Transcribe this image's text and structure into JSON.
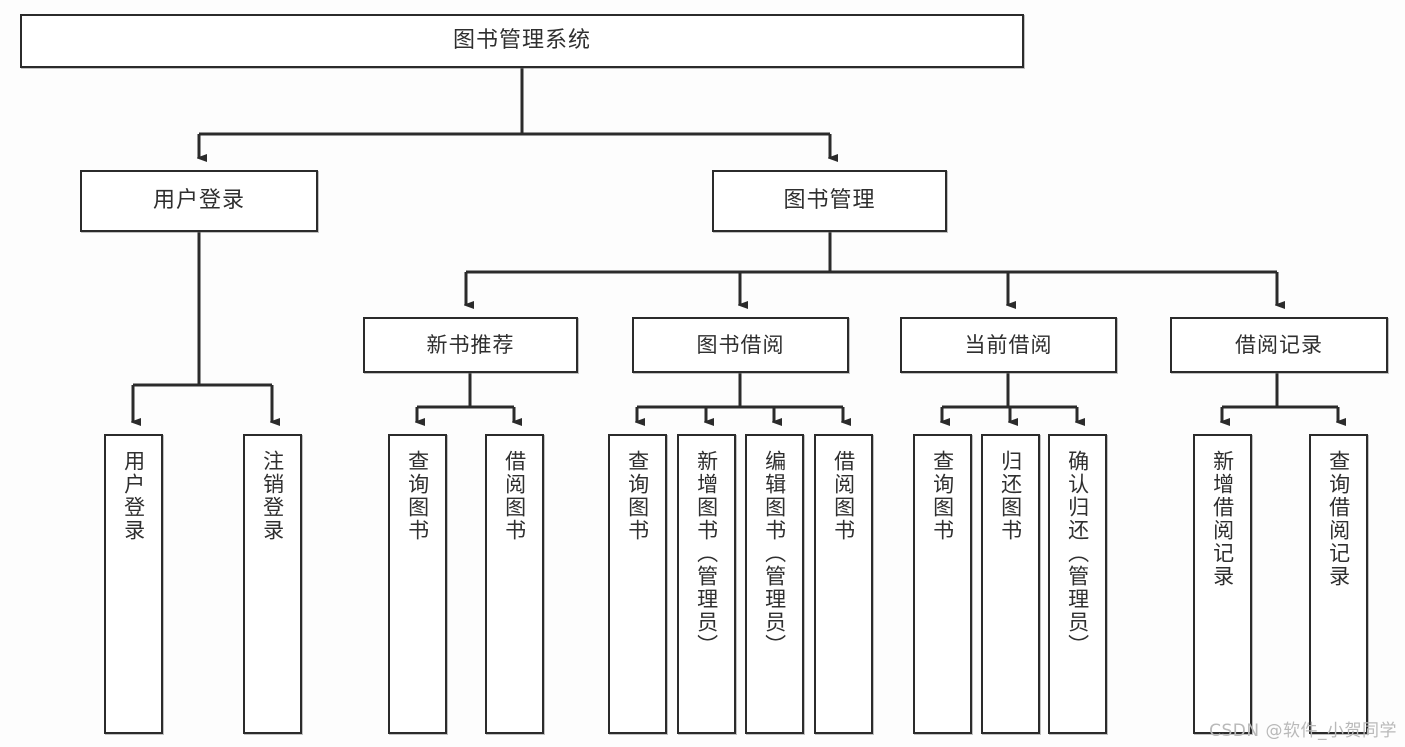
{
  "diagram": {
    "title": "图书管理系统",
    "type": "tree-hierarchy",
    "root": {
      "id": "root",
      "label": "图书管理系统"
    },
    "level2": [
      {
        "id": "user-login",
        "label": "用户登录"
      },
      {
        "id": "book-manage",
        "label": "图书管理"
      }
    ],
    "level3": [
      {
        "id": "new-book-rec",
        "label": "新书推荐",
        "parent": "book-manage"
      },
      {
        "id": "book-borrow",
        "label": "图书借阅",
        "parent": "book-manage"
      },
      {
        "id": "current-borrow",
        "label": "当前借阅",
        "parent": "book-manage"
      },
      {
        "id": "borrow-record",
        "label": "借阅记录",
        "parent": "book-manage"
      }
    ],
    "leaves": {
      "user-login": [
        {
          "id": "leaf-user-login",
          "label": "用户登录"
        },
        {
          "id": "leaf-user-logout",
          "label": "注销登录"
        }
      ],
      "new-book-rec": [
        {
          "id": "leaf-query-book-1",
          "label": "查询图书"
        },
        {
          "id": "leaf-borrow-book-1",
          "label": "借阅图书"
        }
      ],
      "book-borrow": [
        {
          "id": "leaf-query-book-2",
          "label": "查询图书"
        },
        {
          "id": "leaf-add-book",
          "label": "新增图书（管理员）"
        },
        {
          "id": "leaf-edit-book",
          "label": "编辑图书（管理员）"
        },
        {
          "id": "leaf-borrow-book-2",
          "label": "借阅图书"
        }
      ],
      "current-borrow": [
        {
          "id": "leaf-query-book-3",
          "label": "查询图书"
        },
        {
          "id": "leaf-return-book",
          "label": "归还图书"
        },
        {
          "id": "leaf-confirm-return",
          "label": "确认归还（管理员）"
        }
      ],
      "borrow-record": [
        {
          "id": "leaf-add-record",
          "label": "新增借阅记录"
        },
        {
          "id": "leaf-query-record",
          "label": "查询借阅记录"
        }
      ]
    }
  },
  "watermark": {
    "text": "CSDN @软件_小贺同学"
  },
  "colors": {
    "box_border": "#2b2b2b",
    "box_fill": "#ffffff",
    "connector": "#2b2b2b",
    "text": "#2f2f2f",
    "watermark": "#b9b9b9",
    "background": "#fdfdfd"
  }
}
